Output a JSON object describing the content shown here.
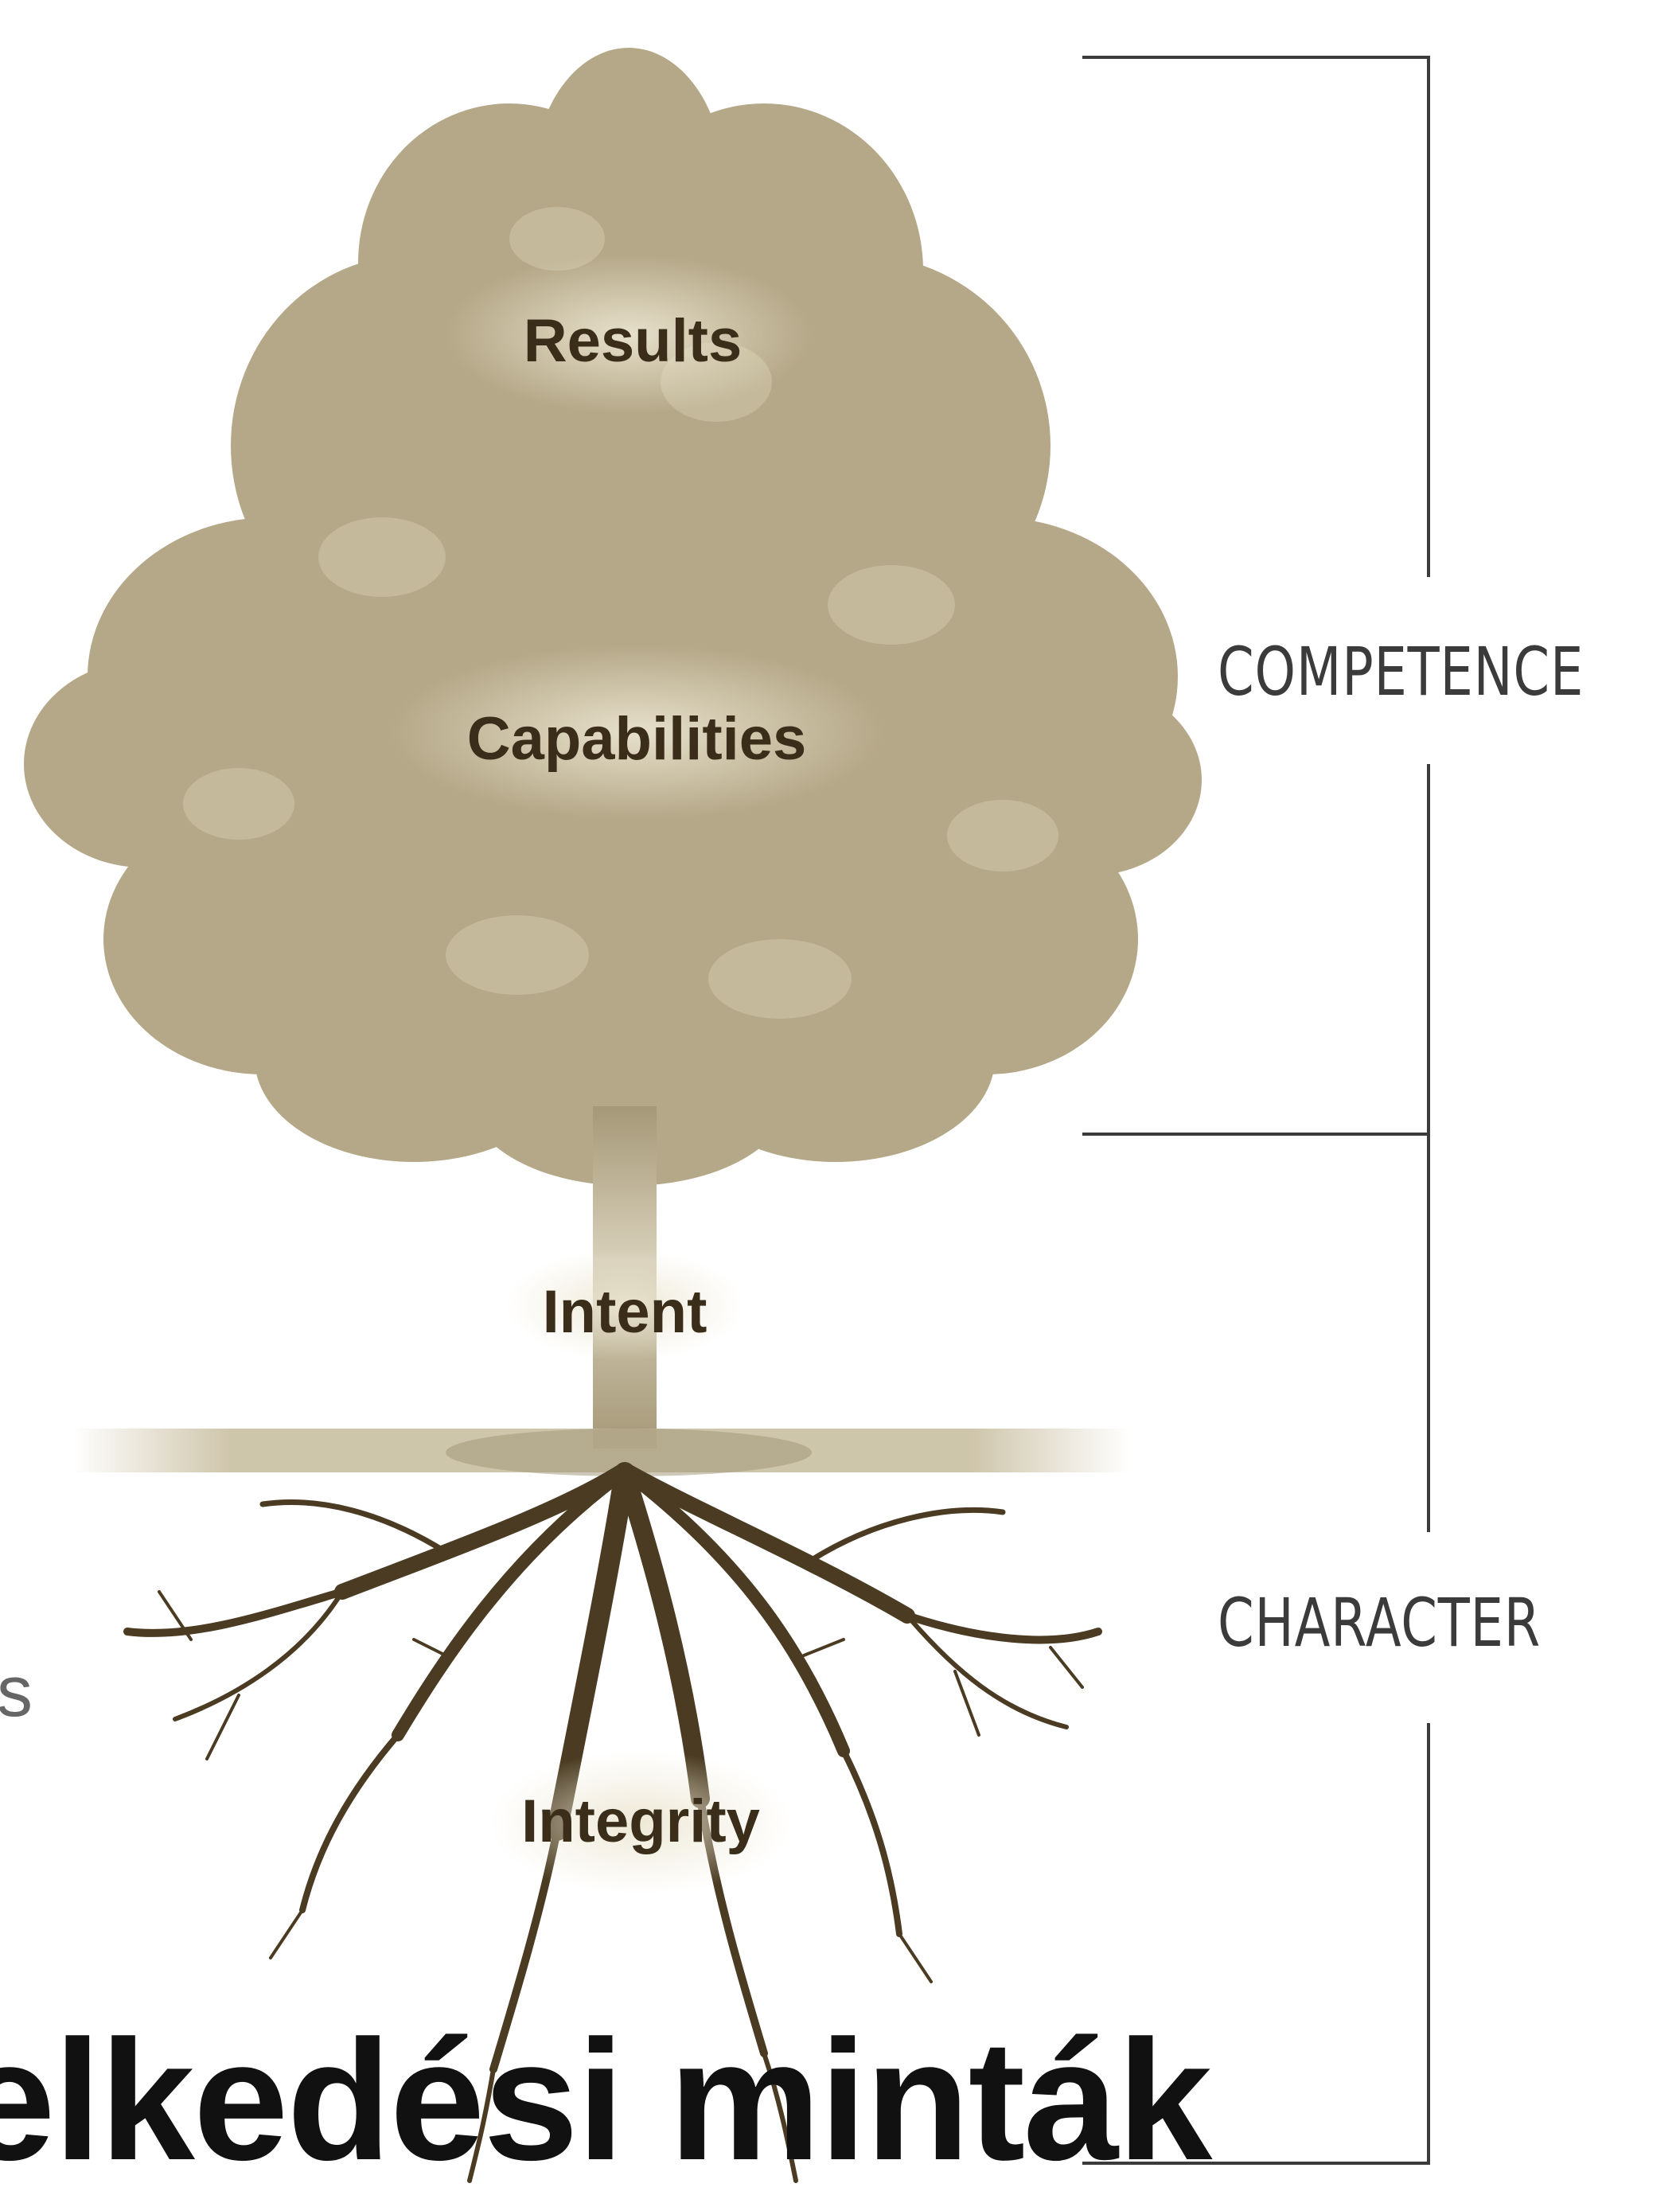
{
  "tree": {
    "labels": {
      "results": "Results",
      "capabilities": "Capabilities",
      "intent": "Intent",
      "integrity": "Integrity"
    },
    "colors": {
      "foliage": "#b5a888",
      "foliage_light": "#cfc5a8",
      "trunk": "#a59877",
      "roots": "#4a3b22",
      "label_text": "#3a2e1a"
    }
  },
  "brackets": {
    "competence_label": "COMPETENCE",
    "character_label": "CHARACTER",
    "line_color": "#3b3b3b"
  },
  "background_text": {
    "fragment": "s",
    "title": "elkedési minták"
  }
}
